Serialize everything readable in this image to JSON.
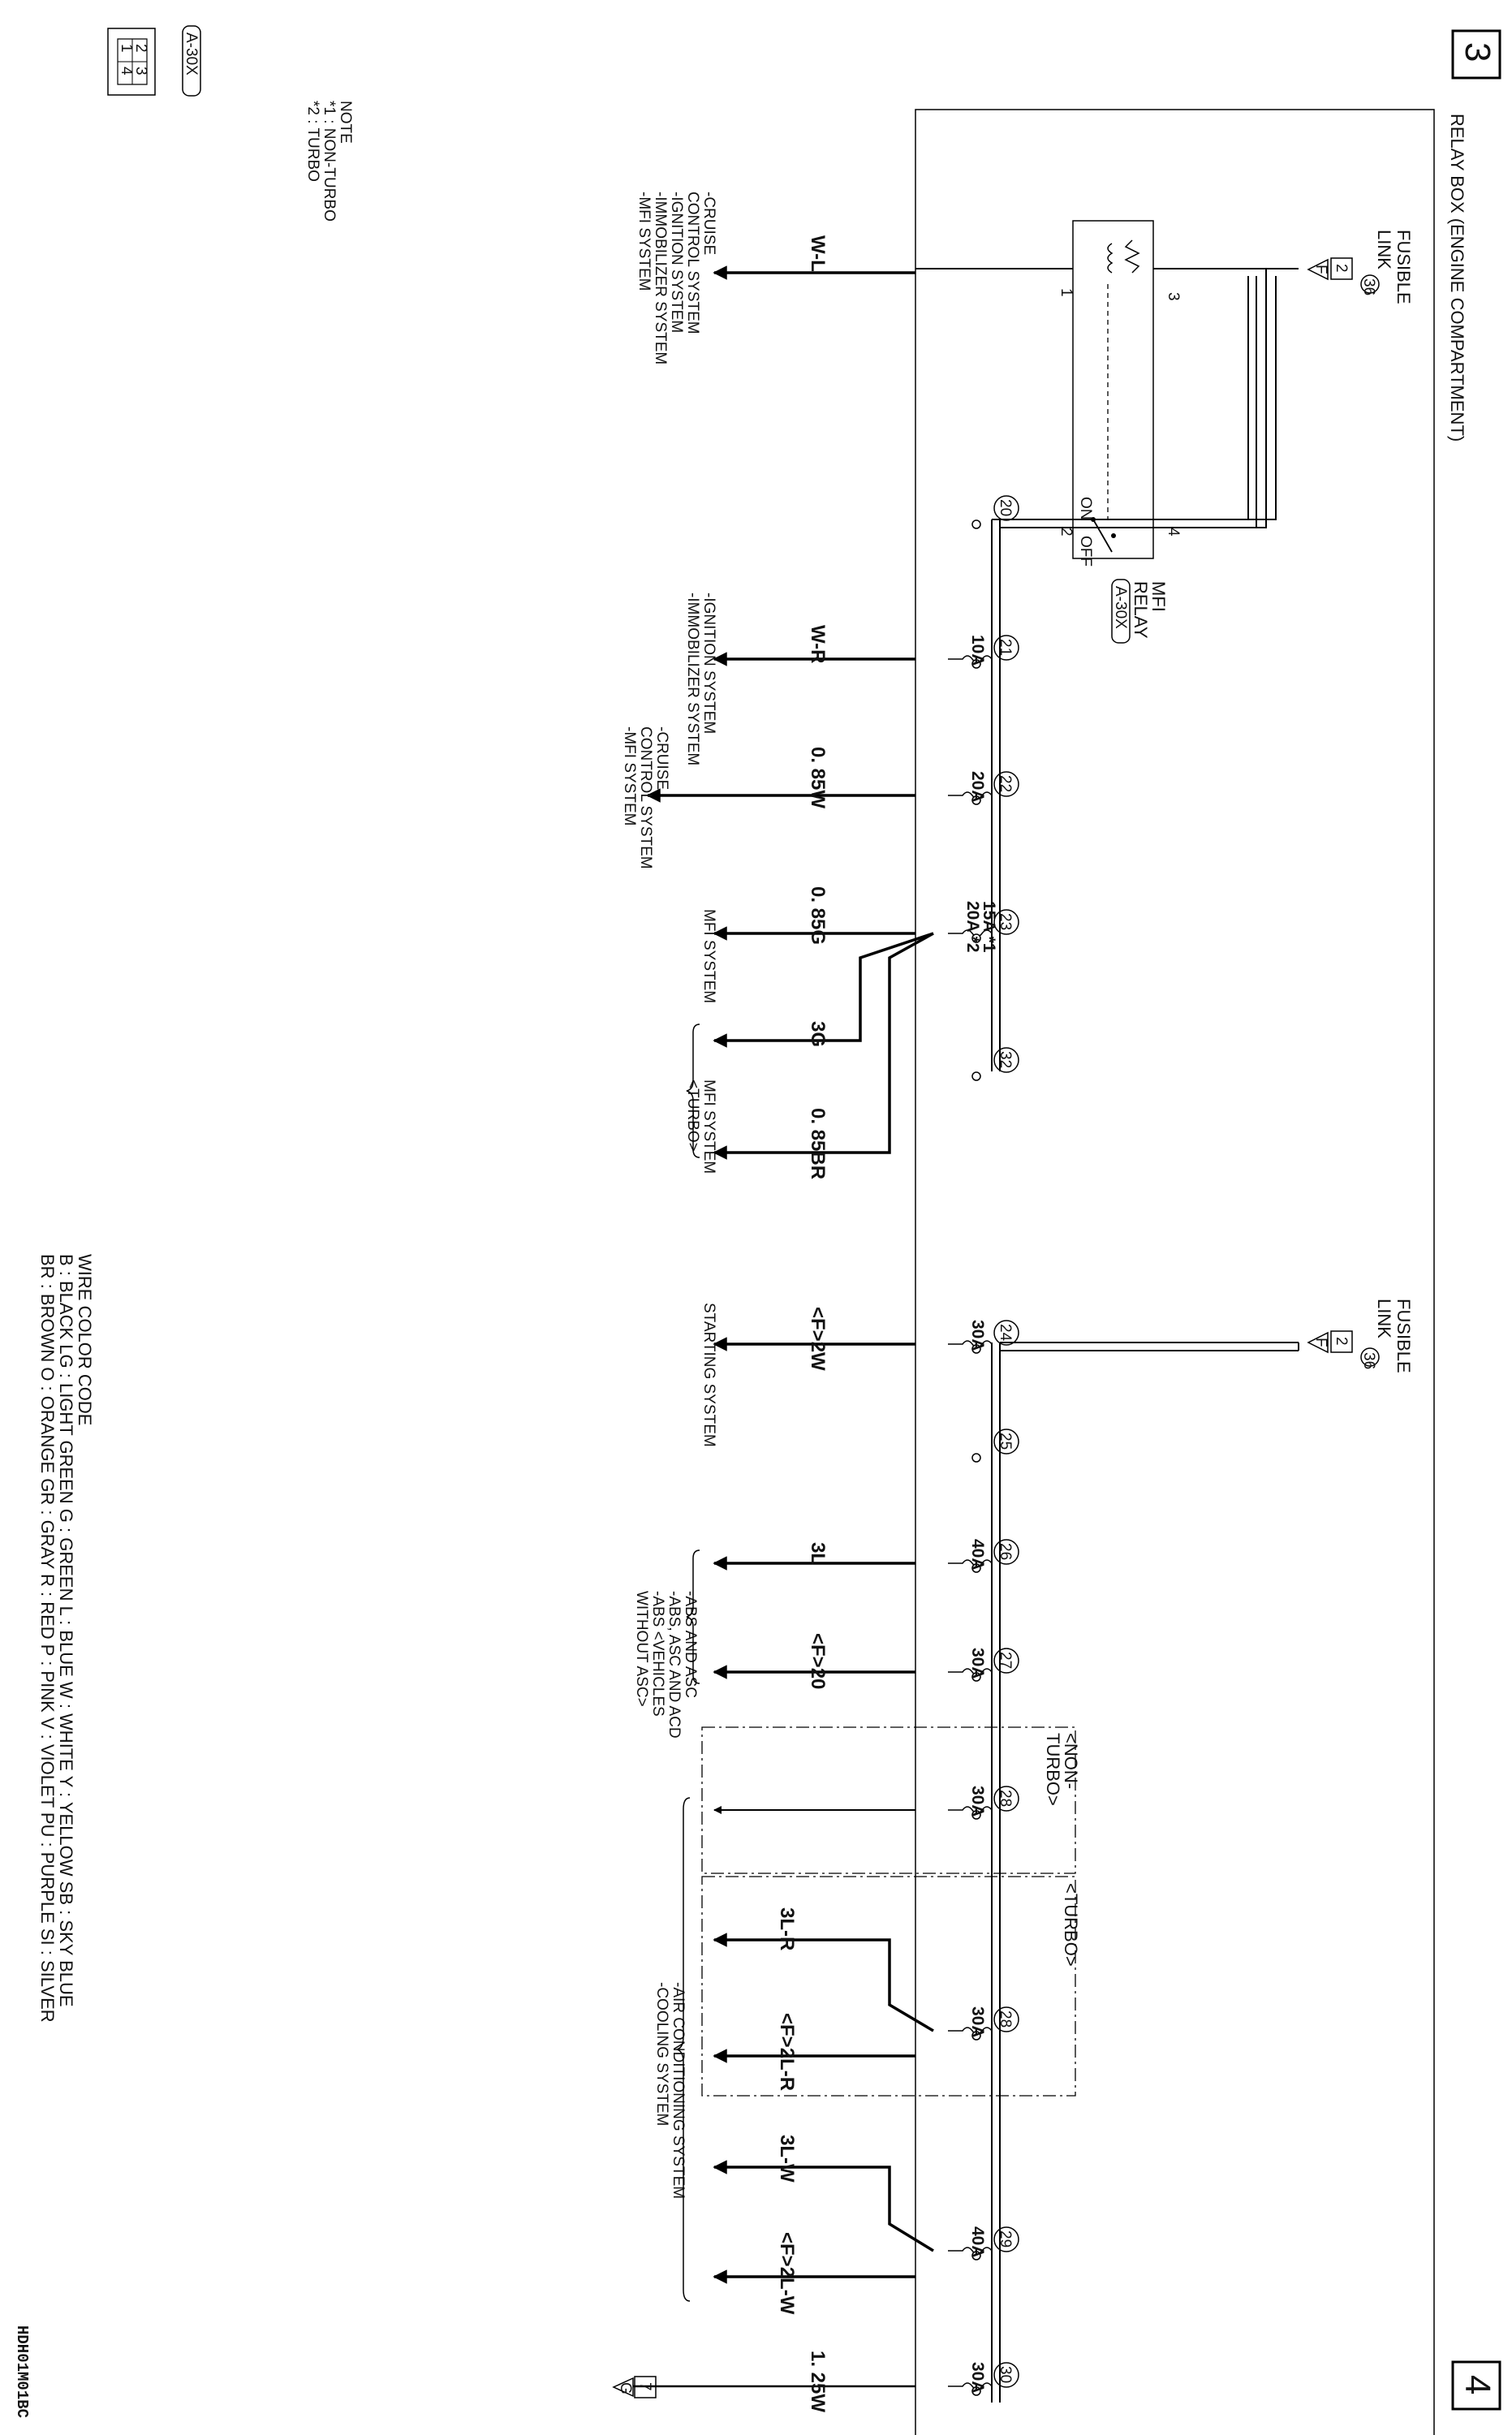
{
  "header": {
    "page_prev": "3",
    "page_next": "4",
    "title": "RELAY BOX (ENGINE COMPARTMENT)"
  },
  "fusible_links": [
    {
      "id": "top",
      "label_line1": "FUSIBLE",
      "label_line2": "LINK",
      "number": "36",
      "conn_code": "2",
      "conn_letter": "F"
    },
    {
      "id": "mid",
      "label_line1": "FUSIBLE",
      "label_line2": "LINK",
      "number": "36",
      "conn_code": "2",
      "conn_letter": "F"
    }
  ],
  "relay": {
    "name_line1": "MFI",
    "name_line2": "RELAY",
    "connector": "A-30X",
    "pins": [
      "1",
      "2",
      "3",
      "4"
    ],
    "on_label": "ON",
    "off_label": "OFF"
  },
  "fuses": [
    {
      "no": "20",
      "rating": ""
    },
    {
      "no": "21",
      "rating": "10A"
    },
    {
      "no": "22",
      "rating": "20A"
    },
    {
      "no": "23",
      "rating_line1": "15A *1",
      "rating_line2": "20A *2"
    },
    {
      "no": "32",
      "rating": ""
    },
    {
      "no": "24",
      "rating": "30A"
    },
    {
      "no": "25",
      "rating": ""
    },
    {
      "no": "26",
      "rating": "40A"
    },
    {
      "no": "27",
      "rating": "30A"
    },
    {
      "no": "28",
      "rating": "30A",
      "variant": "nonturbo"
    },
    {
      "no": "28",
      "rating": "30A",
      "variant": "turbo"
    },
    {
      "no": "29",
      "rating": "40A"
    },
    {
      "no": "30",
      "rating": "30A"
    }
  ],
  "wires": {
    "w_l": "W-L",
    "w_r": "W-R",
    "w085": "0. 85W",
    "g085": "0. 85G",
    "g3": "3G",
    "br085": "0. 85BR",
    "f2w": "<F>2W",
    "l3": "3L",
    "f20": "<F>20",
    "l3r": "3L-R",
    "f2lr": "<F>2L-R",
    "l3w": "3L-W",
    "f2lw": "<F>2L-W",
    "w125": "1. 25W"
  },
  "destinations": {
    "d1": [
      "-CRUISE",
      "  CONTROL SYSTEM",
      "-IGNITION SYSTEM",
      "-IMMOBILIZER SYSTEM",
      "-MFI SYSTEM"
    ],
    "d2": [
      "-IGNITION SYSTEM",
      "-IMMOBILIZER SYSTEM"
    ],
    "d3": [
      "-CRUISE",
      "  CONTROL SYSTEM",
      "-MFI SYSTEM"
    ],
    "d4": [
      "MFI SYSTEM"
    ],
    "d5": [
      "MFI SYSTEM",
      "<TURBO>"
    ],
    "d6": [
      "STARTING SYSTEM"
    ],
    "d7": [
      "-ABS AND ASC",
      "-ABS, ASC AND ACD",
      "-ABS <VEHICLES",
      "  WITHOUT ASC>"
    ],
    "d8": [
      "-AIR CONDITIONING SYSTEM",
      "-COOLING SYSTEM"
    ]
  },
  "variants": {
    "nonturbo_line1": "<NON-",
    "nonturbo_line2": "TURBO>",
    "turbo": "<TURBO>"
  },
  "ground": {
    "code": "7",
    "letter": "G"
  },
  "connector_icon": {
    "code": "A-30X",
    "pins": [
      "1",
      "2",
      "3",
      "4"
    ]
  },
  "note": {
    "title": "NOTE",
    "line1": "*1 : NON-TURBO",
    "line2": "*2 : TURBO"
  },
  "wire_color_code": {
    "title": "WIRE COLOR CODE",
    "row1": "B : BLACK   LG : LIGHT GREEN   G : GREEN   L : BLUE   W : WHITE   Y : YELLOW   SB : SKY BLUE",
    "row2": "BR : BROWN   O : ORANGE   GR : GRAY   R : RED   P : PINK   V : VIOLET   PU : PURPLE   SI : SILVER"
  },
  "footer_code": "HDH01M01BC"
}
